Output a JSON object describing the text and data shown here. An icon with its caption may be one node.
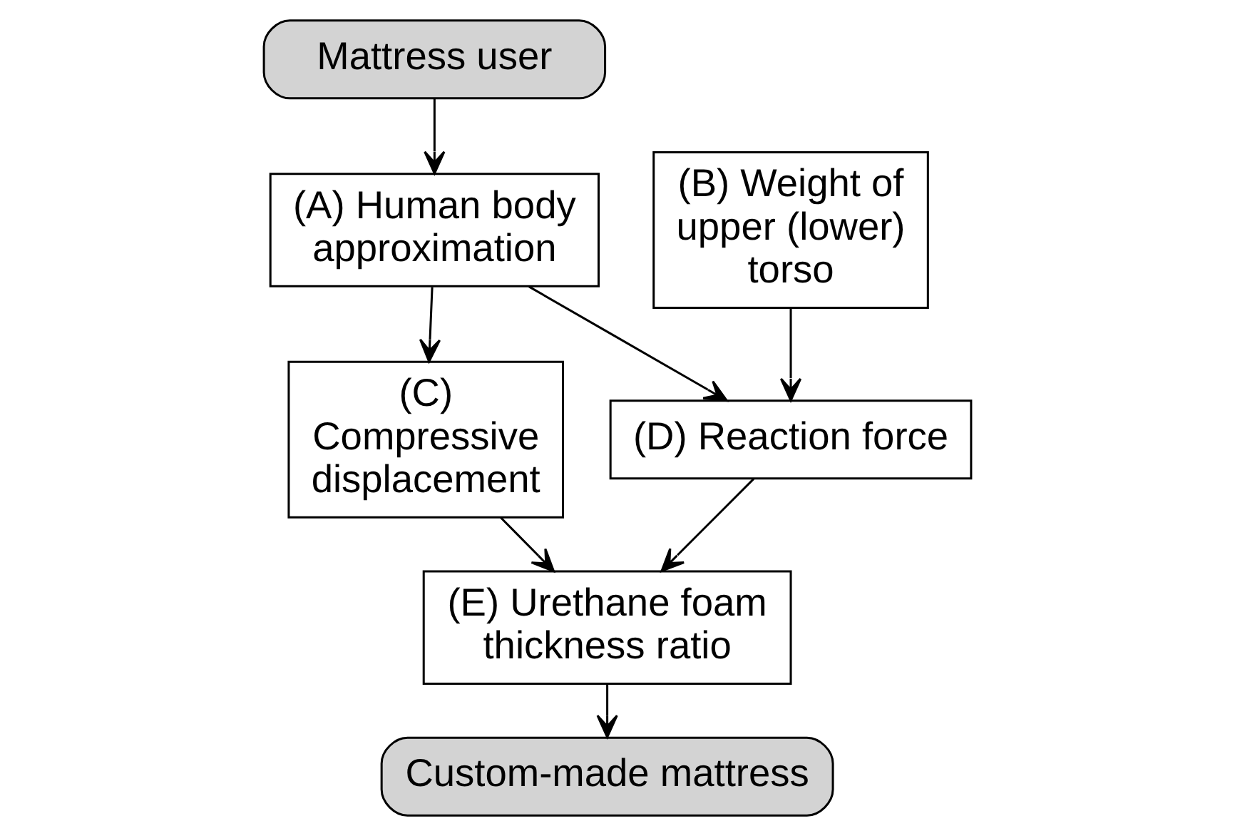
{
  "diagram": {
    "nodes": [
      {
        "text": [
          "Mattress user"
        ]
      },
      {
        "text": [
          "(A) Human body approximation"
        ]
      },
      {
        "text": [
          "(B) Weight of upper (lower) torso"
        ]
      },
      {
        "text": [
          "(C) Compressive displacement"
        ]
      },
      {
        "text": [
          "(D) Reaction force"
        ]
      },
      {
        "text": [
          "(E) Urethane foam thickness ratio"
        ]
      },
      {
        "text": [
          "Custom-made mattress"
        ]
      }
    ],
    "edges": [
      {
        "from": 0,
        "to": 1,
        "arrow": "to"
      },
      {
        "from": 1,
        "to": 3,
        "arrow": "to"
      },
      {
        "from": 1,
        "to": 4,
        "arrow": "to"
      },
      {
        "from": 2,
        "to": 4,
        "arrow": "to"
      },
      {
        "from": 3,
        "to": 5,
        "arrow": "to"
      },
      {
        "from": 4,
        "to": 5,
        "arrow": "to"
      },
      {
        "from": 5,
        "to": 6,
        "arrow": "to"
      }
    ]
  }
}
